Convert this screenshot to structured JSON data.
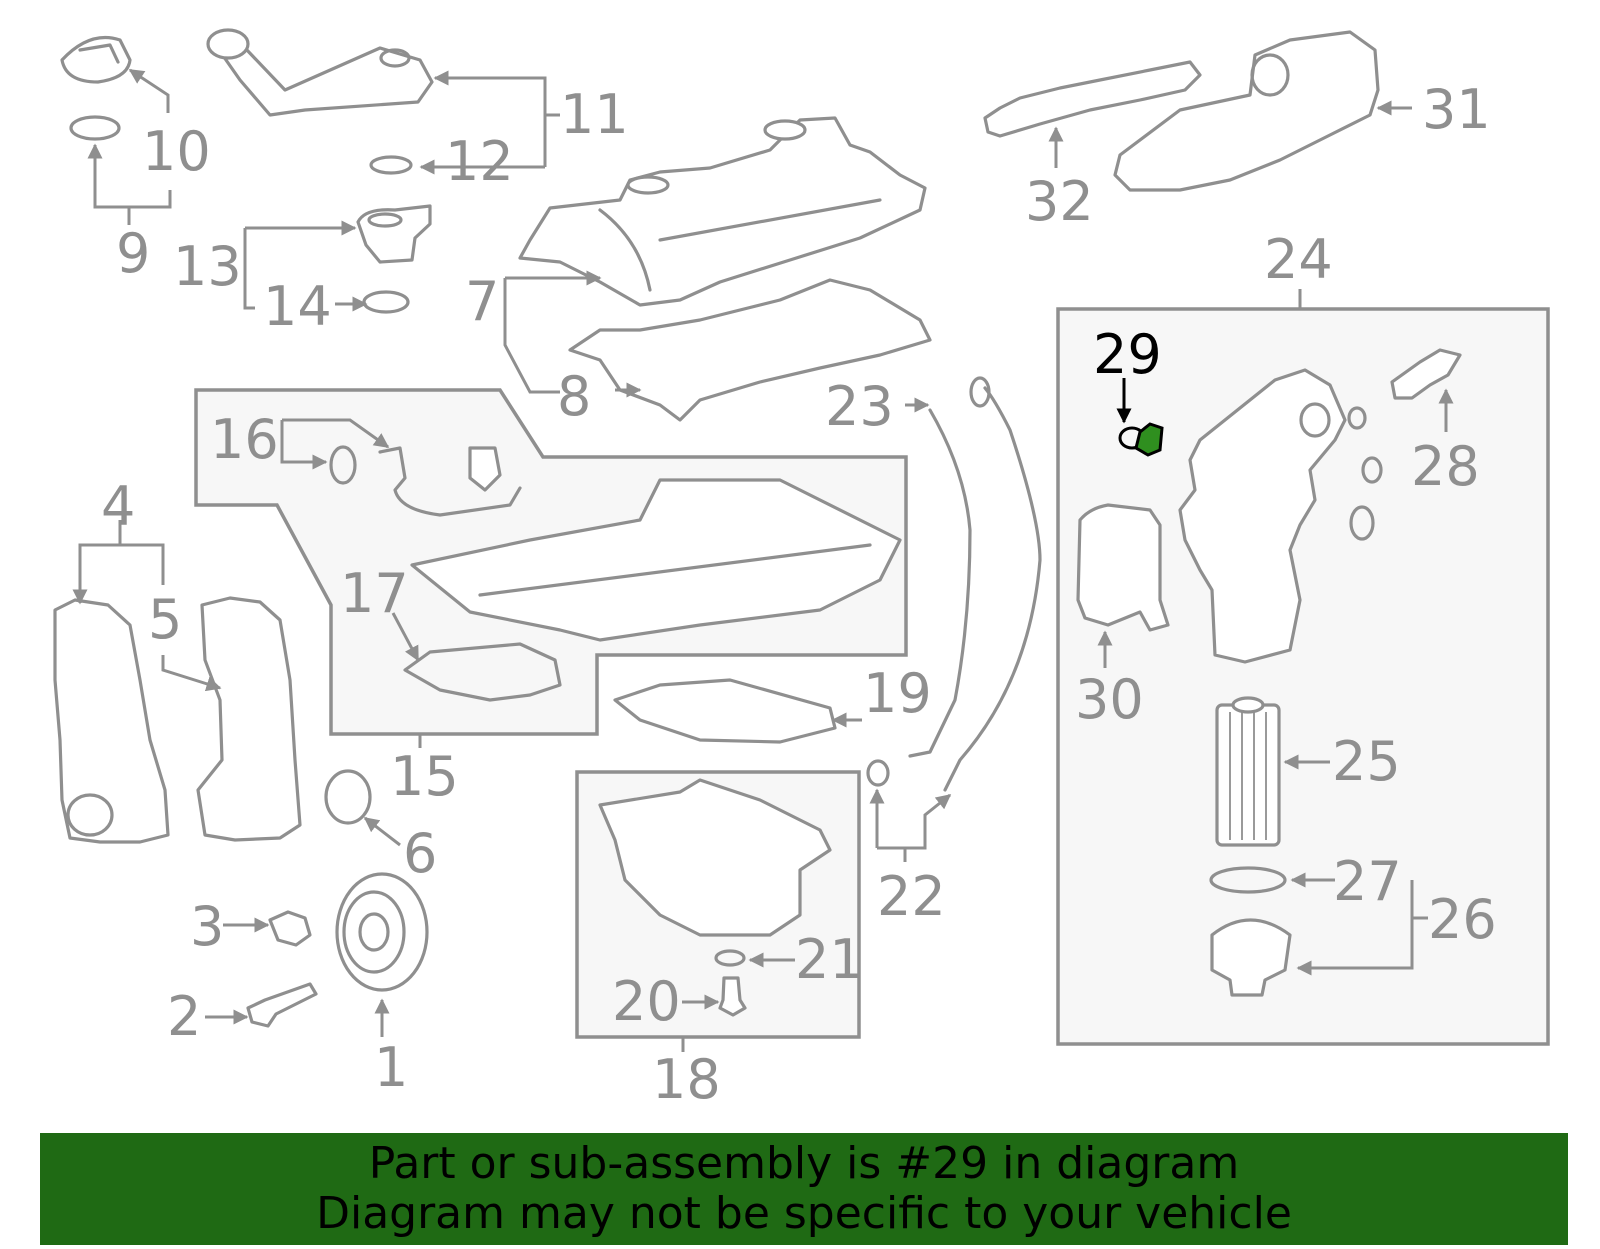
{
  "diagram": {
    "highlight_color": "#2f8f1f",
    "line_color": "#8f8f8f",
    "callouts": [
      "1",
      "2",
      "3",
      "4",
      "5",
      "6",
      "7",
      "8",
      "9",
      "10",
      "11",
      "12",
      "13",
      "14",
      "15",
      "16",
      "17",
      "18",
      "19",
      "20",
      "21",
      "22",
      "23",
      "24",
      "25",
      "26",
      "27",
      "28",
      "29",
      "30",
      "31",
      "32"
    ],
    "highlighted_callout": "29"
  },
  "banner": {
    "line1": "Part or sub-assembly is #29 in diagram",
    "line2": "Diagram may not be specific to your vehicle",
    "background": "#1f6a14"
  }
}
